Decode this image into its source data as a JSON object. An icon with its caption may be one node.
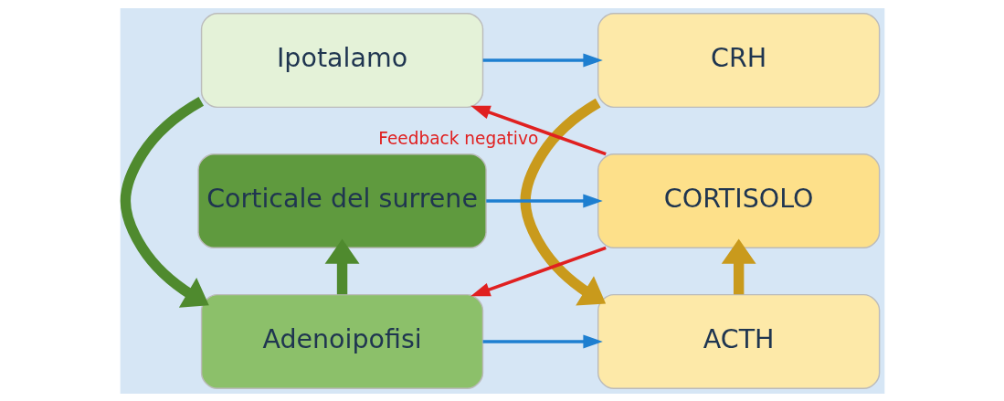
{
  "diagram": {
    "nodes": [
      {
        "text": [
          "Ipotalamo"
        ]
      },
      {
        "text": [
          "CRH"
        ]
      },
      {
        "text": [
          "Adenoipofisi"
        ]
      },
      {
        "text": [
          "ACTH"
        ]
      },
      {
        "text": [
          "Corticale del surrene"
        ]
      },
      {
        "text": [
          "CORTISOLO"
        ]
      }
    ],
    "edges": [
      {
        "from": 0,
        "to": 1,
        "arrow": "to"
      },
      {
        "from": 0,
        "to": 2,
        "arrow": "to",
        "style": "thick",
        "color": "#4f8a2e"
      },
      {
        "from": 1,
        "to": 3,
        "arrow": "to",
        "style": "thick",
        "color": "#c99a1c"
      },
      {
        "from": 2,
        "to": 3,
        "arrow": "to"
      },
      {
        "from": 2,
        "to": 4,
        "arrow": "to",
        "style": "thick",
        "color": "#4f8a2e"
      },
      {
        "from": 3,
        "to": 5,
        "arrow": "to",
        "style": "thick",
        "color": "#c99a1c"
      },
      {
        "from": 4,
        "to": 5,
        "arrow": "to"
      },
      {
        "from": 5,
        "to": 2,
        "arrow": "to",
        "color": "#e02020"
      },
      {
        "from": 5,
        "to": 0,
        "arrow": "to",
        "label": "Feedback negativo",
        "color": "#e02020"
      }
    ]
  }
}
